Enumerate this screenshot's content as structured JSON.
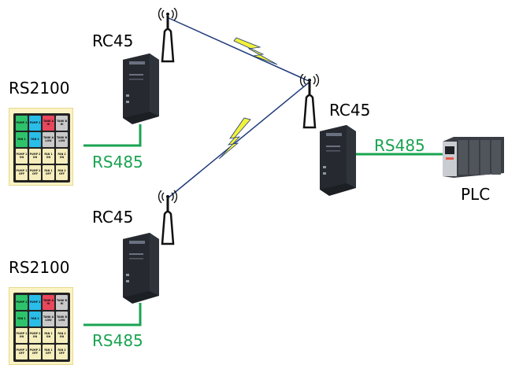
{
  "diagram": {
    "devices": {
      "rc45_top_label": "RC45",
      "rc45_mid_label": "RC45",
      "rc45_bottom_label": "RC45",
      "plc_label": "PLC"
    },
    "panels": {
      "top_label": "RS2100",
      "bottom_label": "RS2100",
      "buttons": [
        {
          "label": "PUMP 1",
          "color": "#2ec36b"
        },
        {
          "label": "PUMP 2",
          "color": "#29bde8"
        },
        {
          "label": "TANK A HI",
          "color": "#e8475c"
        },
        {
          "label": "TANK B HI",
          "color": "#c9c9c9"
        },
        {
          "label": "FAN 1",
          "color": "#2ec36b"
        },
        {
          "label": "FAN 2",
          "color": "#29bde8"
        },
        {
          "label": "TANK A LOW",
          "color": "#c9c9c9"
        },
        {
          "label": "TANK B LOW",
          "color": "#c9c9c9"
        },
        {
          "label": "PUMP 1 ON",
          "color": "#f5edbc"
        },
        {
          "label": "PUMP 2 ON",
          "color": "#f5edbc"
        },
        {
          "label": "FAN 1 ON",
          "color": "#f5edbc"
        },
        {
          "label": "FAN 2 ON",
          "color": "#f5edbc"
        },
        {
          "label": "PUMP 1 OFF",
          "color": "#f5edbc"
        },
        {
          "label": "PUMP 2 OFF",
          "color": "#f5edbc"
        },
        {
          "label": "FAN 1 OFF",
          "color": "#f5edbc"
        },
        {
          "label": "FAN 2 OFF",
          "color": "#f5edbc"
        }
      ]
    },
    "links": {
      "top_wire_label": "RS485",
      "bottom_wire_label": "RS485",
      "plc_wire_label": "RS485",
      "wire_color": "#1aa351",
      "radio_line_color": "#1f3a7a",
      "bolt_color": "#f2f23a"
    },
    "icons": {
      "antenna": "antenna-icon",
      "bolt": "lightning-bolt-icon"
    }
  }
}
